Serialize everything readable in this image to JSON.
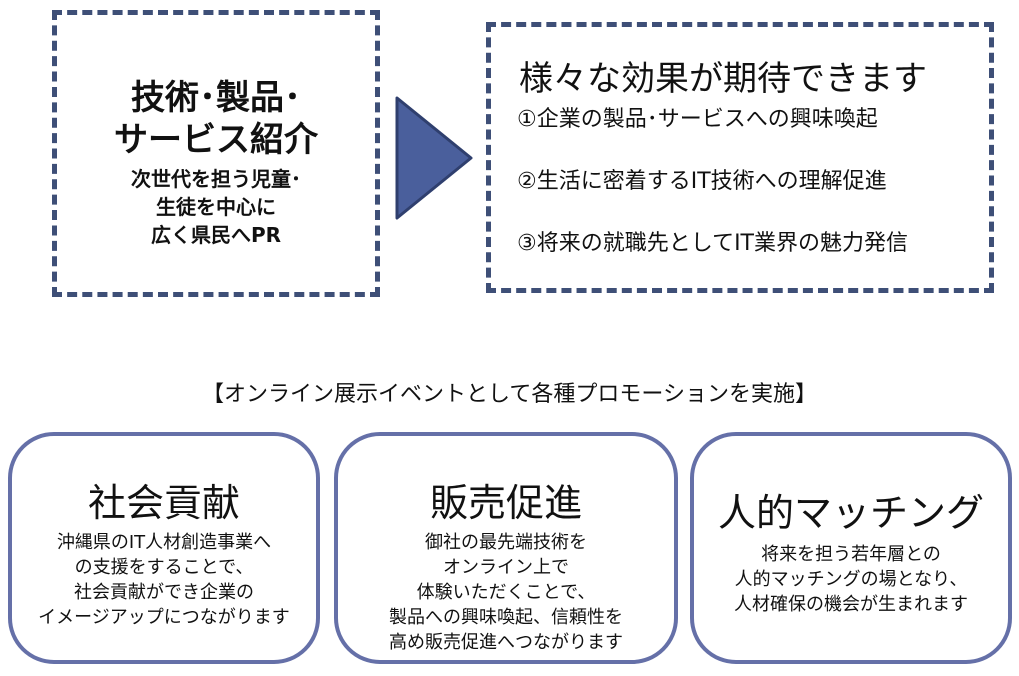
{
  "intro": {
    "title_lines": [
      "技術･製品･",
      "サービス紹介"
    ],
    "body_lines": [
      "次世代を担う児童･",
      "生徒を中心に",
      "広く県民へPR"
    ]
  },
  "effects": {
    "title": "様々な効果が期待できます",
    "items": [
      "①企業の製品･サービスへの興味喚起",
      "②生活に密着するIT技術への理解促進",
      "③将来の就職先としてIT業界の魅力発信"
    ]
  },
  "section_heading": "【オンライン展示イベントとして各種プロモーションを実施】",
  "cards": [
    {
      "title": "社会貢献",
      "body_lines": [
        "沖縄県のIT人材創造事業へ",
        "の支援をすることで、",
        "社会貢献ができ企業の",
        "イメージアップにつながります"
      ]
    },
    {
      "title": "販売促進",
      "body_lines": [
        "御社の最先端技術を",
        "オンライン上で",
        "体験いただくことで、",
        "製品への興味喚起、信頼性を",
        "高め販売促進へつながります"
      ]
    },
    {
      "title": "人的マッチング",
      "body_lines": [
        "将来を担う若年層との",
        "人的マッチングの場となり、",
        "人材確保の機会が生まれます"
      ]
    }
  ],
  "colors": {
    "box_border": "#3e4f77",
    "arrow_fill": "#4a5f9c",
    "arrow_stroke": "#2f3f6e",
    "card_border": "#6570a8"
  }
}
